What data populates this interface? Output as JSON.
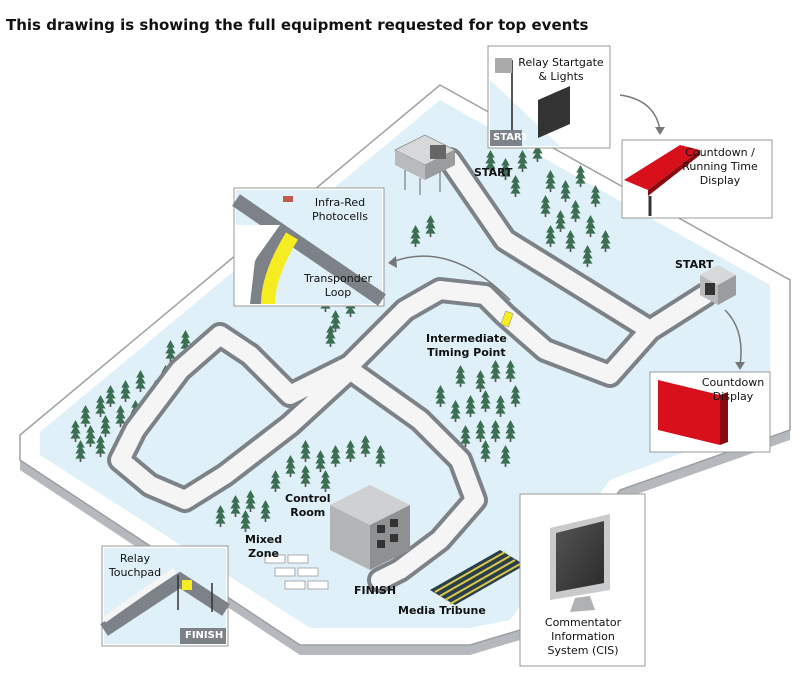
{
  "title": "This drawing is showing the full equipment requested for top events",
  "labels": {
    "start_top": "START",
    "start_right": "START",
    "intermediate": "Intermediate\nTiming Point",
    "control_room": "Control\nRoom",
    "mixed_zone": "Mixed\nZone",
    "finish": "FINISH",
    "media_tribune": "Media Tribune"
  },
  "callouts": {
    "relay_startgate": {
      "text": "Relay Startgate\n& Lights",
      "badge": "START"
    },
    "countdown_running": {
      "text": "Countdown /\nRunning Time\nDisplay"
    },
    "infrared": {
      "text": "Infra-Red\nPhotocells",
      "text2": "Transponder\nLoop"
    },
    "countdown_display": {
      "text": "Countdown\nDisplay"
    },
    "relay_touchpad": {
      "text": "Relay\nTouchpad",
      "badge": "FINISH"
    },
    "cis": {
      "text": "Commentator\nInformation\nSystem (CIS)"
    }
  },
  "colors": {
    "snow": "#dff0f8",
    "track_wall": "#7d8288",
    "track_surface": "#f5f5f5",
    "display_red": "#d8101c",
    "loop_yellow": "#f6ec22",
    "tree": "#3b6e52",
    "building": "#a9aaac"
  }
}
